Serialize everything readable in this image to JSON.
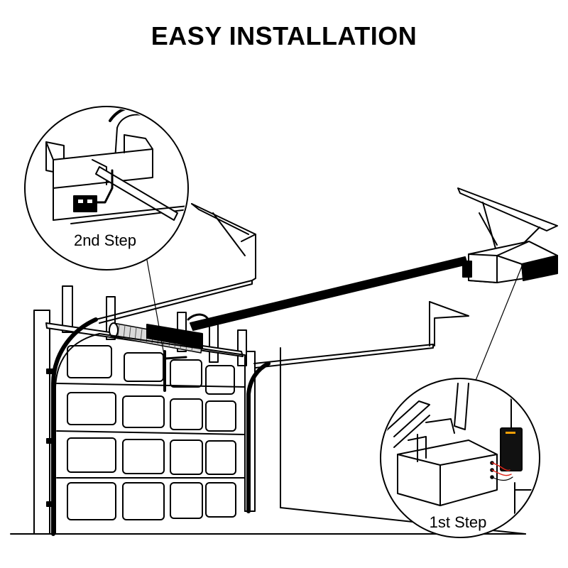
{
  "title": "EASY INSTALLATION",
  "steps": [
    {
      "label": "2nd Step"
    },
    {
      "label": "1st Step"
    }
  ],
  "colors": {
    "ink": "#000000",
    "paper": "#ffffff",
    "spring": "#d9d9d9",
    "wire": "#e0261b",
    "sensor_accent": "#f2a007"
  }
}
